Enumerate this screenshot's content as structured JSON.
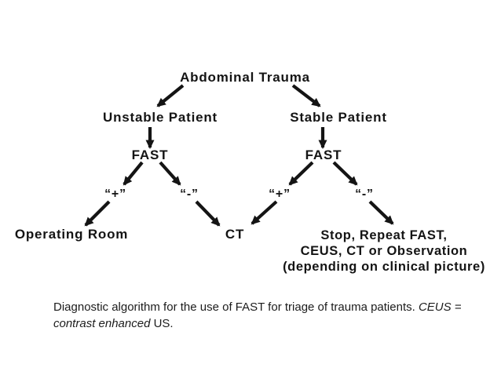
{
  "diagram": {
    "root": "Abdominal Trauma",
    "unstable": "Unstable Patient",
    "stable": "Stable Patient",
    "fast_left": "FAST",
    "fast_right": "FAST",
    "plus_left": "“+”",
    "minus_left": "“-”",
    "plus_right": "“+”",
    "minus_right": "“-”",
    "operating_room": "Operating Room",
    "ct": "CT",
    "stop_line1": "Stop, Repeat FAST,",
    "stop_line2": "CEUS, CT or Observation",
    "stop_line3": "(depending on clinical picture)"
  },
  "caption": {
    "regular1": "Diagnostic algorithm for the use of FAST for triage of trauma patients. ",
    "italic1": "CEUS =",
    "italic2": "contrast enhanced",
    "regular2": " US."
  },
  "colors": {
    "background": "#ffffff",
    "text": "#141414"
  }
}
